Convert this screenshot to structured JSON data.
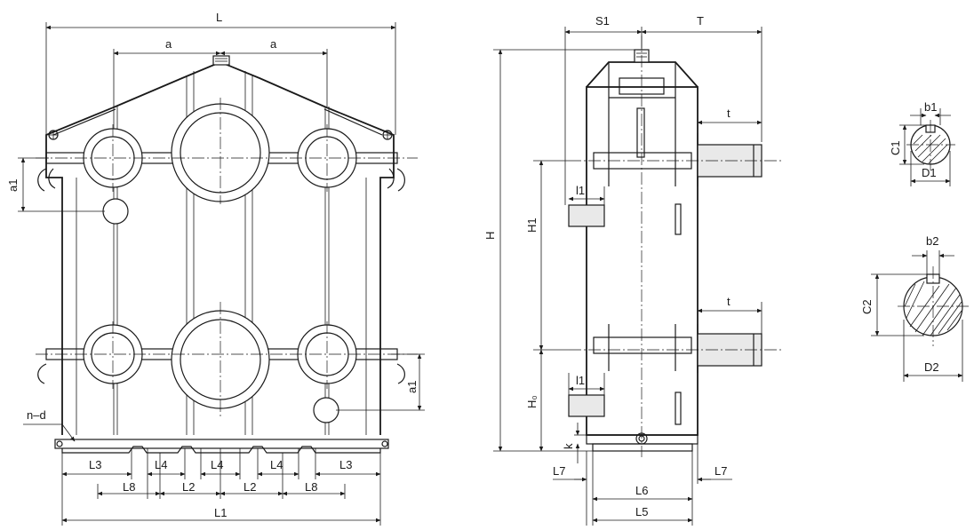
{
  "labels": {
    "L": "L",
    "a": "a",
    "a1": "a1",
    "n_d": "n–d",
    "L1": "L1",
    "L2": "L2",
    "L3": "L3",
    "L4": "L4",
    "L8": "L8",
    "S1": "S1",
    "T": "T",
    "t": "t",
    "H": "H",
    "H1": "H1",
    "H0": "H₀",
    "l1": "l1",
    "k": "k",
    "L5": "L5",
    "L6": "L6",
    "L7": "L7",
    "b1": "b1",
    "b2": "b2",
    "C1": "C1",
    "C2": "C2",
    "D1": "D1",
    "D2": "D2"
  }
}
